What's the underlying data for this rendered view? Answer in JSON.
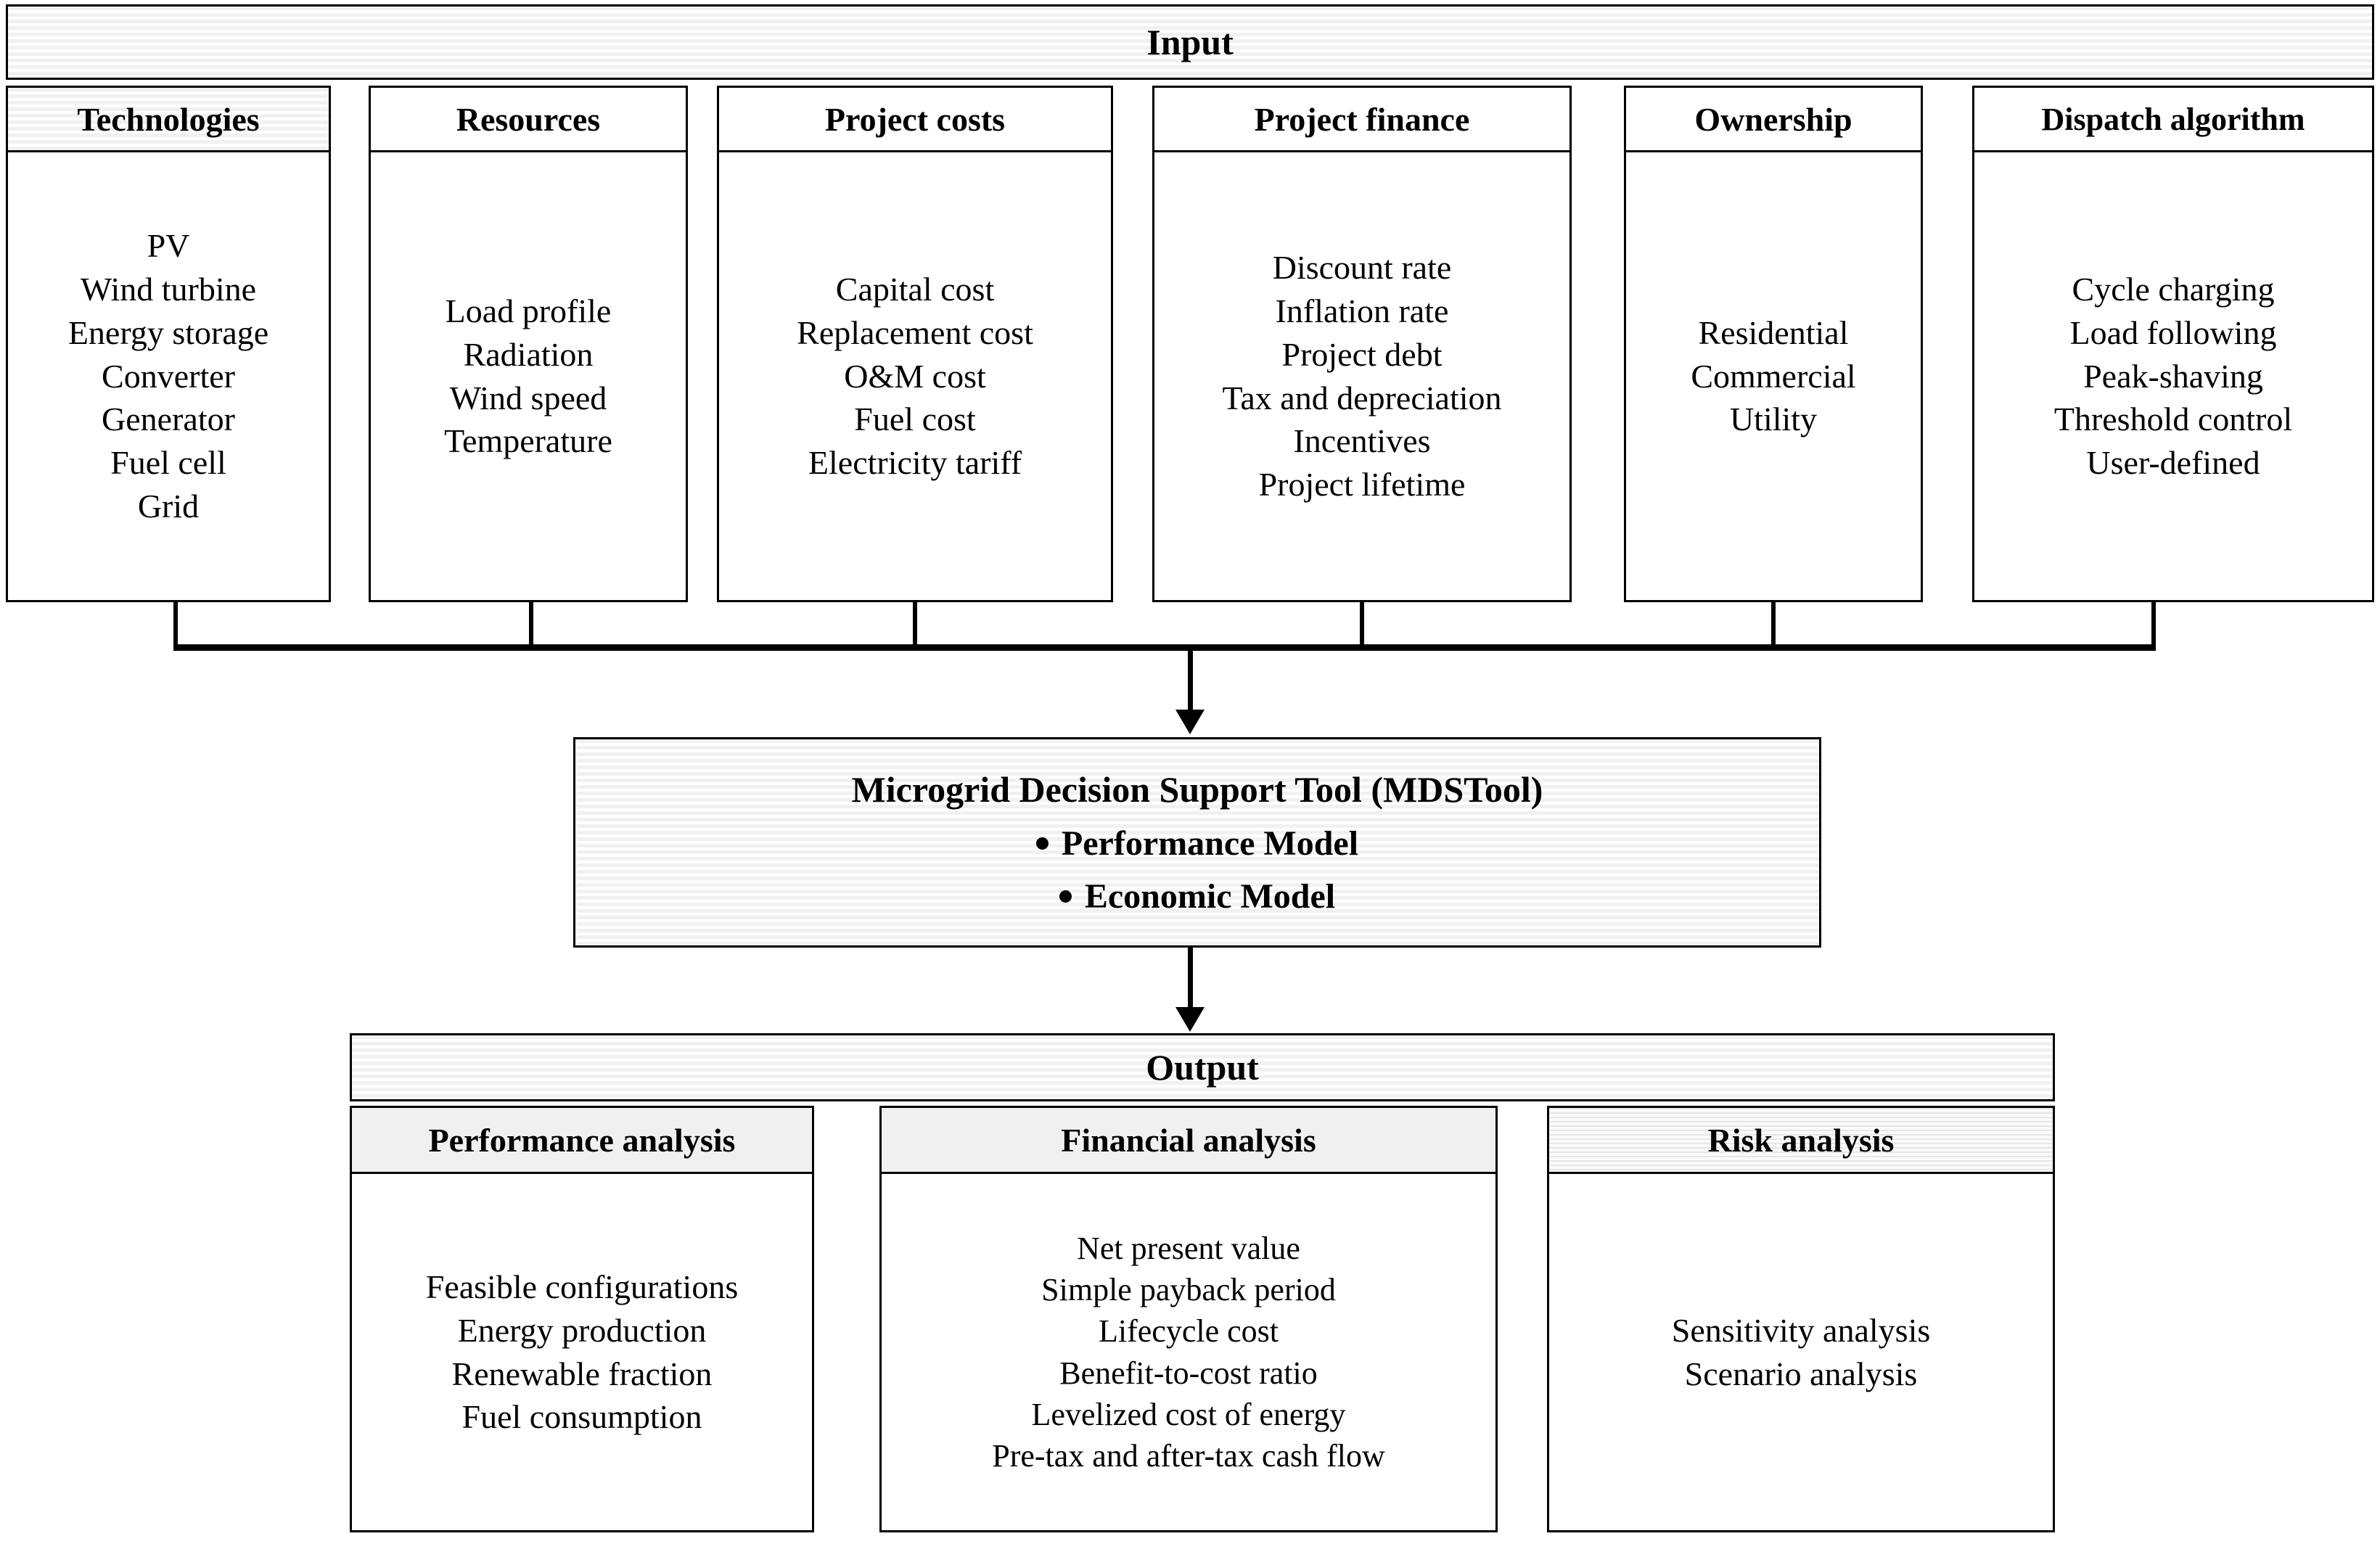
{
  "diagram": {
    "title": "Microgrid Decision Support Tool flowchart",
    "input": {
      "header": "Input",
      "columns": [
        {
          "header": "Technologies",
          "items": [
            "PV",
            "Wind turbine",
            "Energy storage",
            "Converter",
            "Generator",
            "Fuel cell",
            "Grid"
          ]
        },
        {
          "header": "Resources",
          "items": [
            "Load profile",
            "Radiation",
            "Wind speed",
            "Temperature"
          ]
        },
        {
          "header": "Project costs",
          "items": [
            "Capital cost",
            "Replacement cost",
            "O&M cost",
            "Fuel cost",
            "Electricity tariff"
          ]
        },
        {
          "header": "Project finance",
          "items": [
            "Discount rate",
            "Inflation rate",
            "Project debt",
            "Tax and depreciation",
            "Incentives",
            "Project lifetime"
          ]
        },
        {
          "header": "Ownership",
          "items": [
            "Residential",
            "Commercial",
            "Utility"
          ]
        },
        {
          "header": "Dispatch algorithm",
          "items": [
            "Cycle charging",
            "Load following",
            "Peak-shaving",
            "Threshold control",
            "User-defined"
          ]
        }
      ]
    },
    "tool": {
      "title": "Microgrid Decision Support Tool (MDSTool)",
      "bullets": [
        "Performance Model",
        "Economic Model"
      ]
    },
    "output": {
      "header": "Output",
      "columns": [
        {
          "header": "Performance analysis",
          "items": [
            "Feasible configurations",
            "Energy production",
            "Renewable fraction",
            "Fuel consumption"
          ]
        },
        {
          "header": "Financial analysis",
          "items": [
            "Net present value",
            "Simple payback period",
            "Lifecycle cost",
            "Benefit-to-cost ratio",
            "Levelized cost of energy",
            "Pre-tax and after-tax cash flow"
          ]
        },
        {
          "header": "Risk analysis",
          "items": [
            "Sensitivity analysis",
            "Scenario analysis"
          ]
        }
      ]
    },
    "colors": {
      "line": "#000000",
      "stripe_fill": "#f1f1f1",
      "solid_fill": "#f0f0f0",
      "page": "#ffffff"
    }
  }
}
